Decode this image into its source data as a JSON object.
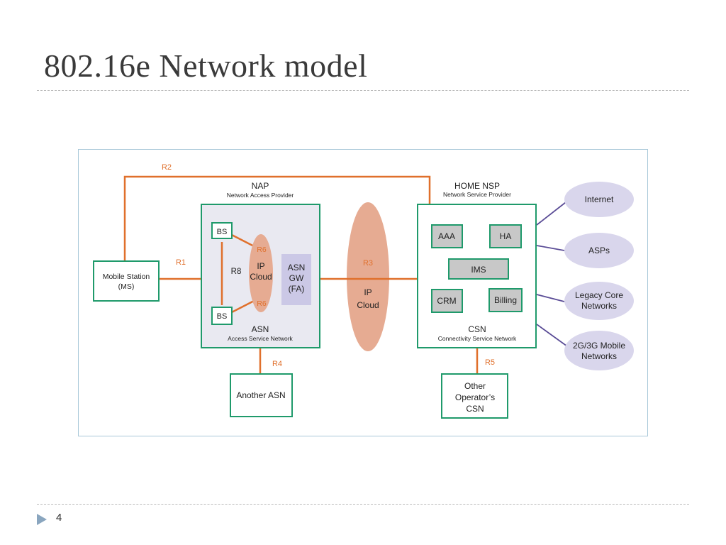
{
  "slide": {
    "title": "802.16e Network model",
    "page_number": "4"
  },
  "diagram": {
    "nap": {
      "title": "NAP",
      "subtitle": "Network Access Provider"
    },
    "home_nsp": {
      "title": "HOME NSP",
      "subtitle": "Network Service Provider"
    },
    "asn": {
      "title": "ASN",
      "subtitle": "Access Service Network"
    },
    "csn": {
      "title": "CSN",
      "subtitle": "Connectivity Service Network"
    },
    "mobile_station": {
      "line1": "Mobile Station",
      "line2": "(MS)"
    },
    "bs_top": "BS",
    "bs_bottom": "BS",
    "asn_gw": {
      "line1": "ASN",
      "line2": "GW",
      "line3": "(FA)"
    },
    "asn_ip_cloud": {
      "line1": "IP",
      "line2": "Cloud"
    },
    "core_ip_cloud": {
      "line1": "IP",
      "line2": "Cloud"
    },
    "csn_blocks": {
      "aaa": "AAA",
      "ha": "HA",
      "ims": "IMS",
      "crm": "CRM",
      "billing": "Billing"
    },
    "another_asn": "Another ASN",
    "other_operator": {
      "line1": "Other",
      "line2": "Operator’s",
      "line3": "CSN"
    },
    "external_networks": {
      "internet": "Internet",
      "asps": "ASPs",
      "legacy": {
        "line1": "Legacy Core",
        "line2": "Networks"
      },
      "mobile": {
        "line1": "2G/3G Mobile",
        "line2": "Networks"
      }
    },
    "reference_points": {
      "r1": "R1",
      "r2": "R2",
      "r3": "R3",
      "r4": "R4",
      "r5": "R5",
      "r6_top": "R6",
      "r6_bottom": "R6",
      "r8": "R8"
    },
    "colors": {
      "box_border": "#1f9a6b",
      "link_orange": "#e0702c",
      "cloud_fill": "#e6ab92",
      "external_fill": "#d9d6ec",
      "external_link": "#5a4c96",
      "asn_fill": "#e9e9f1",
      "gw_fill": "#cbc8e6",
      "csn_block_fill": "#c8c8c8"
    }
  }
}
